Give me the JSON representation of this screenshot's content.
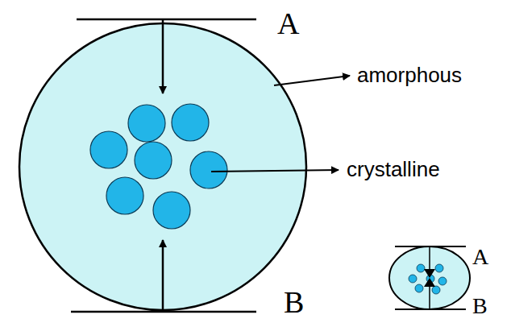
{
  "diagram": {
    "labels": [
      "A",
      "amorphous",
      "crystalline",
      "B",
      "A",
      "B"
    ]
  }
}
